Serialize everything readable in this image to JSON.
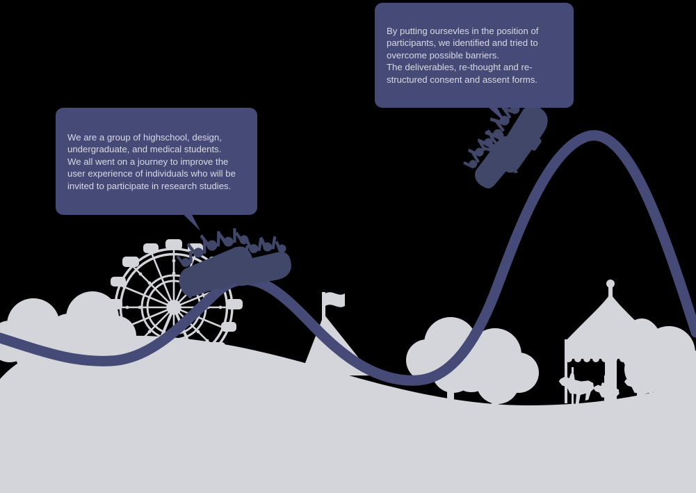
{
  "illustration": {
    "title": "Research participant journey — amusement park roller coaster illustration",
    "colors": {
      "background": "#000000",
      "track": "#454a77",
      "bubble_fill": "#454a77",
      "bubble_text": "#d8dae3",
      "scenery": "#d3d5da",
      "ground": "#d3d5da"
    }
  },
  "bubbles": [
    {
      "id": "bubble-left",
      "name": "speech-bubble-team",
      "text": "We are a group of highschool, design, undergraduate, and medical students.\nWe all went on a journey to improve the user experience of individuals who will be invited to participate in research studies."
    },
    {
      "id": "bubble-right",
      "name": "speech-bubble-outcome",
      "text": "By putting oursevles in the position of participants, we identified and tried to overcome possible barriers.\nThe deliverables, re-thought and re-structured consent and assent forms."
    }
  ],
  "scenery": {
    "ferris_wheel": "ferris-wheel",
    "circus_tent": "circus-tent",
    "carousel": "carousel",
    "trees_left": "tree-cluster-left",
    "trees_center": "tree-cluster-center",
    "trees_right": "tree-cluster-right",
    "ground": "rolling-hill-ground",
    "track": "roller-coaster-track",
    "car_front": "roller-coaster-car-descending",
    "car_back": "roller-coaster-car-climbing"
  }
}
